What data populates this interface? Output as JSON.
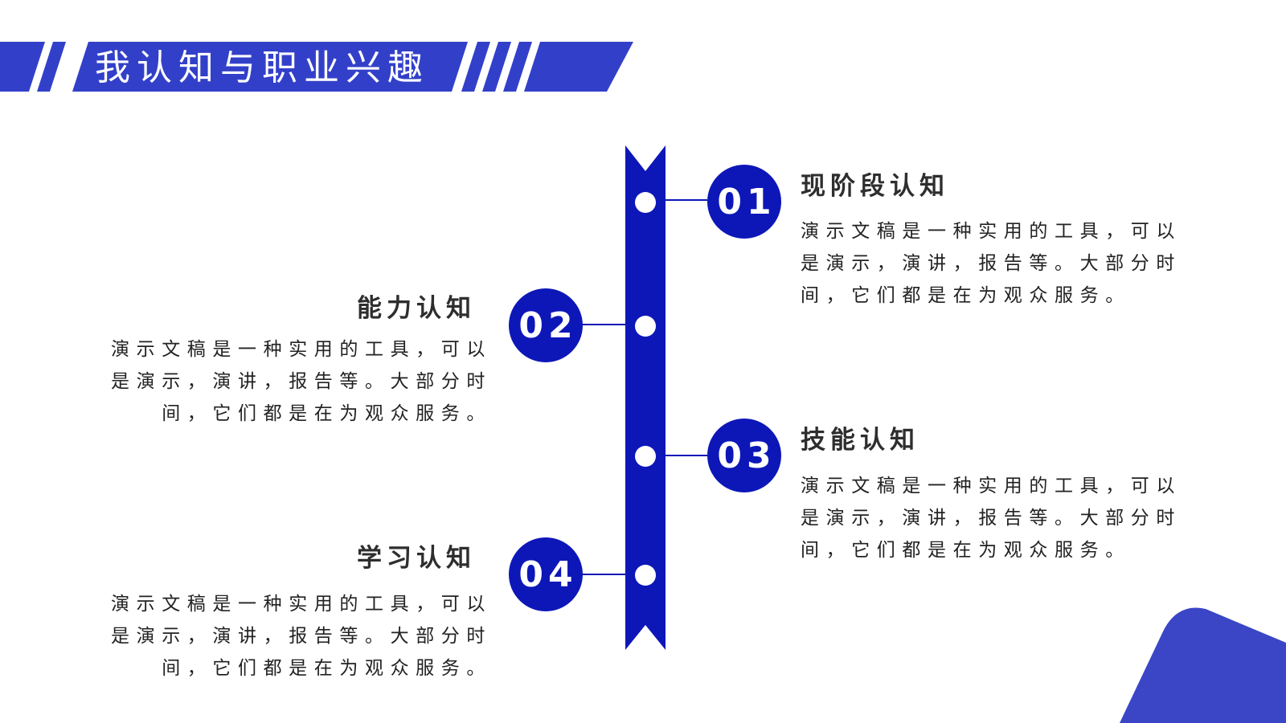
{
  "header": {
    "title": "我认知与职业兴趣"
  },
  "colors": {
    "accent": "#0d17b8",
    "banner": "#3240c9",
    "corner": "#3a46c6",
    "title_text": "#2e2e2e",
    "body_text": "#222222"
  },
  "timeline": {
    "items": [
      {
        "number": "01",
        "title": "现阶段认知",
        "desc": "演示文稿是一种实用的工具，可以是演示，演讲，报告等。大部分时间，它们都是在为观众服务。"
      },
      {
        "number": "02",
        "title": "能力认知",
        "desc": "演示文稿是一种实用的工具，可以是演示，演讲，报告等。大部分时间，它们都是在为观众服务。"
      },
      {
        "number": "03",
        "title": "技能认知",
        "desc": "演示文稿是一种实用的工具，可以是演示，演讲，报告等。大部分时间，它们都是在为观众服务。"
      },
      {
        "number": "04",
        "title": "学习认知",
        "desc": "演示文稿是一种实用的工具，可以是演示，演讲，报告等。大部分时间，它们都是在为观众服务。"
      }
    ]
  }
}
